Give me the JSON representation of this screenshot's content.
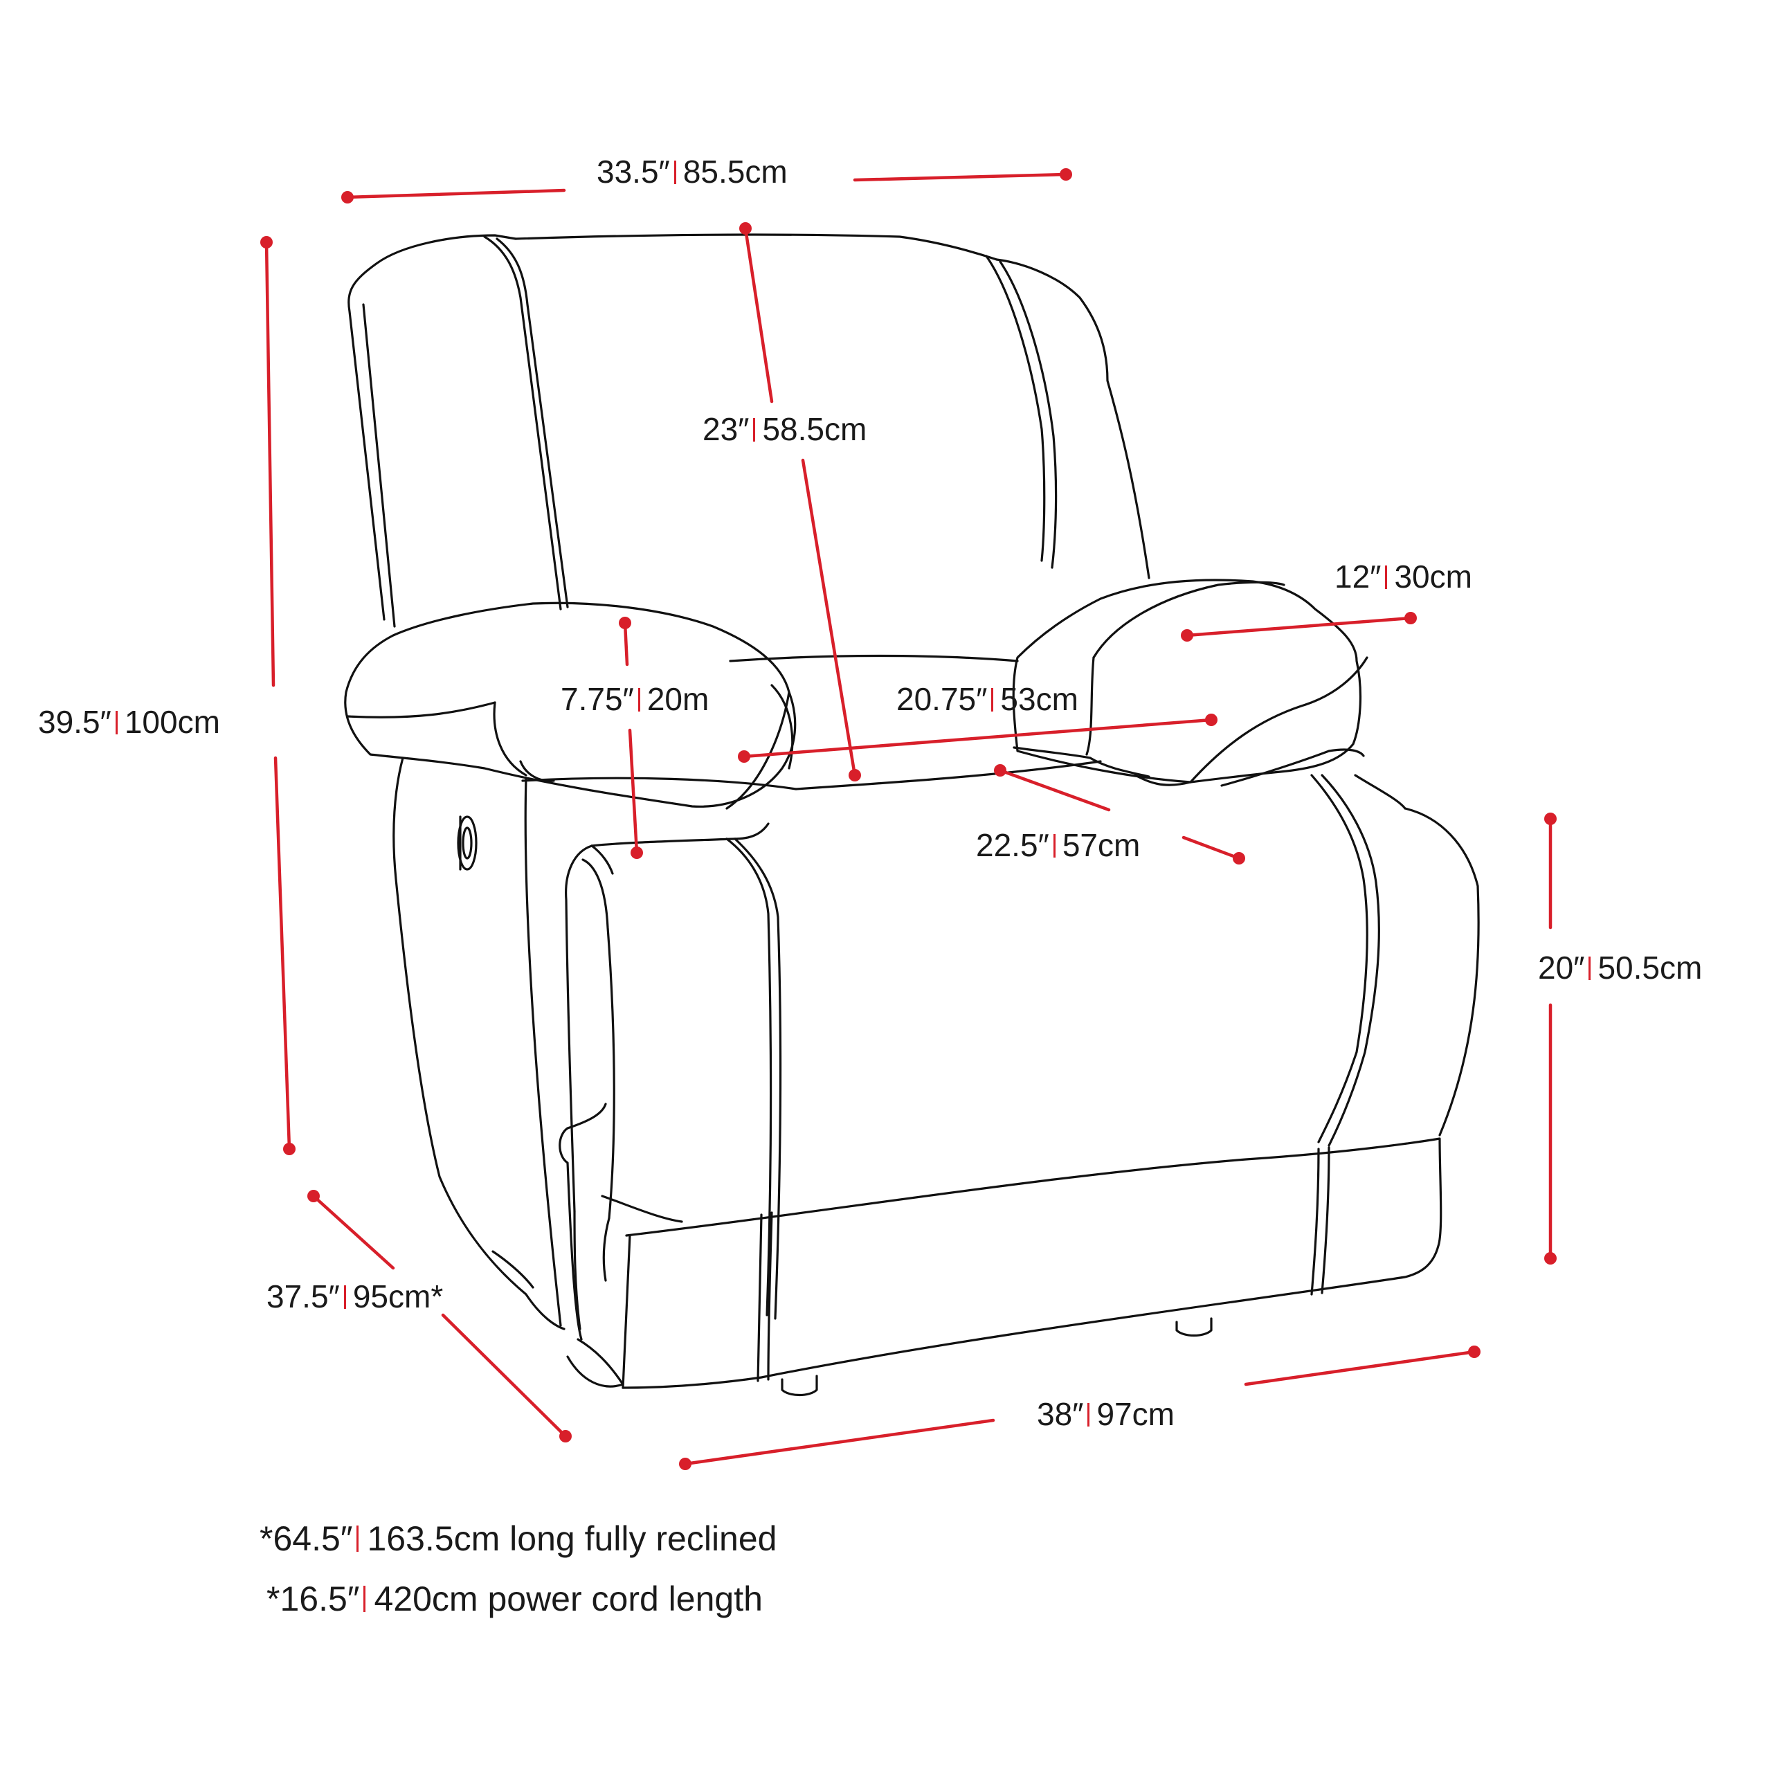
{
  "colors": {
    "accent": "#d81f2a",
    "ink": "#111111",
    "background": "#ffffff"
  },
  "illustration": {
    "icon": "power-recliner-chair-line-drawing"
  },
  "dimensions": {
    "overall_width": {
      "in": "33.5″",
      "cm": "85.5cm"
    },
    "back_height": {
      "in": "23″",
      "cm": "58.5cm"
    },
    "arm_width": {
      "in": "12″",
      "cm": "30cm"
    },
    "overall_height": {
      "in": "39.5″",
      "cm": "100cm"
    },
    "arm_height": {
      "in": "7.75″",
      "cm": "20m"
    },
    "seat_width": {
      "in": "20.75″",
      "cm": "53cm"
    },
    "seat_depth": {
      "in": "22.5″",
      "cm": "57cm"
    },
    "seat_height": {
      "in": "20″",
      "cm": "50.5cm"
    },
    "overall_depth": {
      "in": "37.5″",
      "cm": "95cm*"
    },
    "footprint": {
      "in": "38″",
      "cm": "97cm"
    }
  },
  "notes": [
    {
      "value": "*64.5″",
      "text": "163.5cm long fully reclined"
    },
    {
      "value": "*16.5″",
      "text": "420cm power cord length"
    }
  ]
}
